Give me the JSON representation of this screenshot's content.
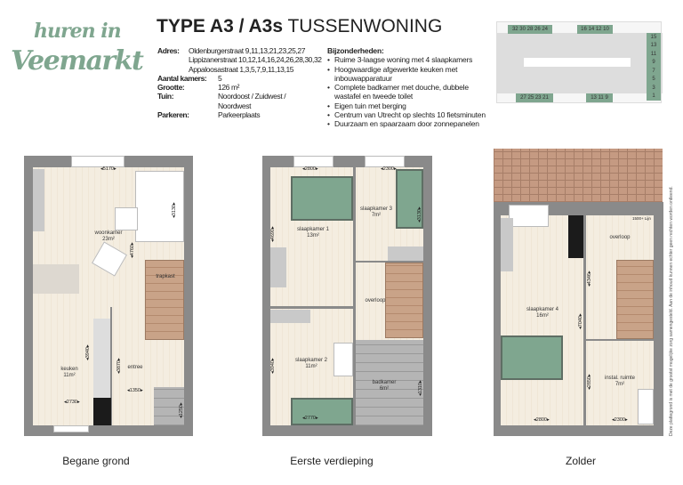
{
  "logo": {
    "line1": "huren in",
    "line2": "Veemarkt",
    "color": "#7fa68f"
  },
  "header": {
    "title_bold": "TYPE A3 / A3s",
    "title_rest": "TUSSENWONING"
  },
  "info": {
    "adres_label": "Adres:",
    "adres": [
      "Oldenburgerstraat 9,11,13,21,23,25,27",
      "Lippizanerstraat 10,12,14,16,24,26,28,30,32",
      "Appaloosastraat 1,3,5,7,9,11,13,15"
    ],
    "kamers_label": "Aantal kamers:",
    "kamers": "5",
    "grootte_label": "Grootte:",
    "grootte": "126 m²",
    "tuin_label": "Tuin:",
    "tuin": [
      "Noordoost / Zuidwest /",
      "Noordwest"
    ],
    "parkeren_label": "Parkeren:",
    "parkeren": "Parkeerplaats"
  },
  "bijzonderheden": {
    "title": "Bijzonderheden:",
    "items": [
      "Ruime 3-laagse woning met 4 slaapkamers",
      "Hoogwaardige afgewerkte keuken met inbouwapparatuur",
      "Complete badkamer met douche, dubbele wastafel en tweede toilet",
      "Eigen tuin met berging",
      "Centrum van Utrecht op slechts 10 fietsminuten",
      "Duurzaam en spaarzaam door zonnepanelen"
    ]
  },
  "sitemap": {
    "top_left": "32 30 28 26 24",
    "top_mid": "16 14 12 10",
    "right": [
      "15",
      "13",
      "11",
      "9",
      "7",
      "5",
      "3",
      "1"
    ],
    "bottom_left": "27 25 23 21",
    "bottom_mid": "13 11 9"
  },
  "floors": {
    "ground": {
      "caption": "Begane grond",
      "rooms": {
        "woonkamer": "woonkamer",
        "woonkamer_area": "23m²",
        "trapkast": "trapkast",
        "keuken": "keuken",
        "keuken_area": "11m²",
        "entree": "entree"
      },
      "dims": {
        "d1": "5170",
        "d2": "3130",
        "d3": "4760",
        "d4": "3940",
        "d5": "3870",
        "d6": "1350",
        "d7": "2730",
        "d8": "1250"
      }
    },
    "first": {
      "caption": "Eerste verdieping",
      "rooms": {
        "sk1": "slaapkamer 1",
        "sk1_area": "13m²",
        "sk3": "slaapkamer 3",
        "sk3_area": "7m²",
        "overloop": "overloop",
        "sk2": "slaapkamer 2",
        "sk2_area": "11m²",
        "badkamer": "badkamer",
        "badkamer_area": "6m²"
      },
      "dims": {
        "d1": "2800",
        "d2": "2300",
        "d3": "4690",
        "d4": "3130",
        "d5": "3940",
        "d6": "2770",
        "d7": "1310"
      }
    },
    "attic": {
      "caption": "Zolder",
      "rooms": {
        "sk4": "slaapkamer 4",
        "sk4_area": "16m²",
        "overloop": "overloop",
        "instal": "instal. ruimte",
        "instal_area": "7m²",
        "lijn": "1500+ Lijn"
      },
      "dims": {
        "d1": "4346",
        "d2": "7040",
        "d3": "2850",
        "d4": "2800",
        "d5": "2300"
      }
    }
  },
  "disclaimer": "Deze plattegrond is met de grootst mogelijke zorg samengesteld. Aan de inhoud kunnen echter geen rechten worden ontleend."
}
